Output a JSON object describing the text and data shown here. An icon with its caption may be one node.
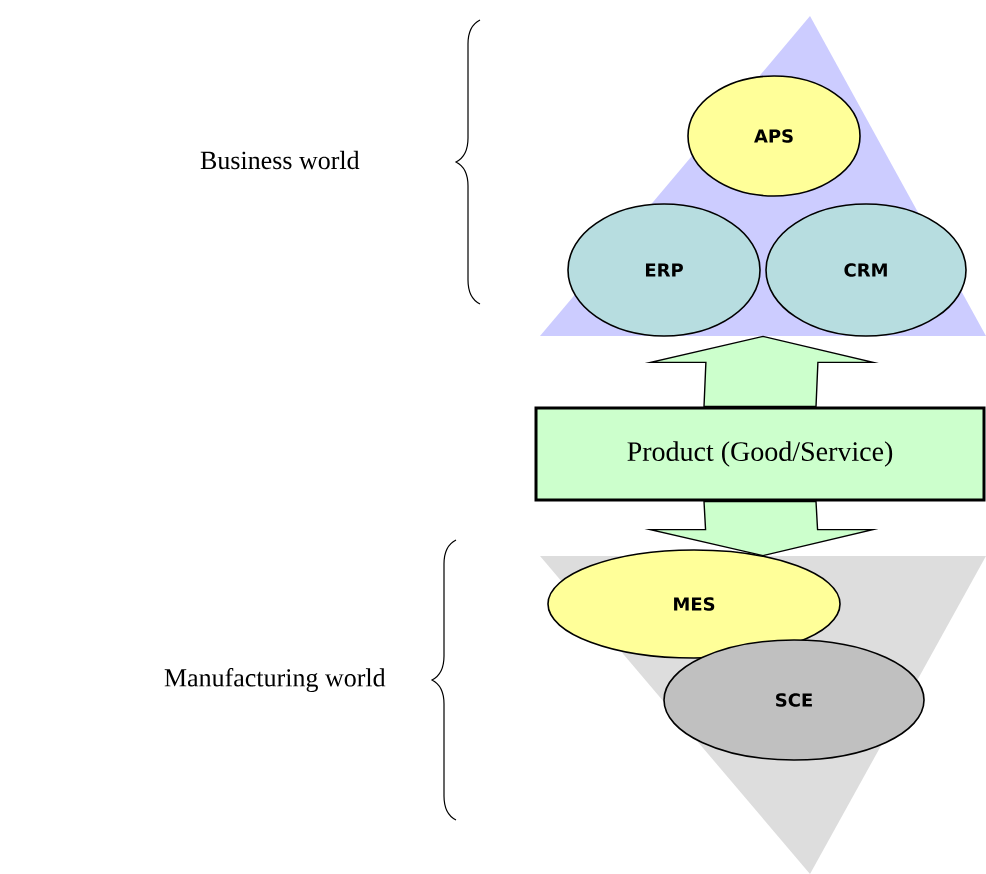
{
  "diagram": {
    "nodes": [
      {
        "text": [],
        "shape": "triangle"
      },
      {
        "text": [
          "APS"
        ],
        "in": 0
      },
      {
        "text": [
          "ERP"
        ],
        "in": 0
      },
      {
        "text": [
          "CRM"
        ],
        "in": 0
      },
      {
        "text": [
          "Product (Good/Service)"
        ]
      },
      {
        "text": [],
        "shape": "triangle"
      },
      {
        "text": [
          "MES"
        ],
        "in": 5
      },
      {
        "text": [
          "SCE"
        ],
        "in": 5
      }
    ],
    "edges": [
      {
        "from": 4,
        "to": 0,
        "arrow": "to"
      },
      {
        "from": 4,
        "to": 5,
        "arrow": "to"
      }
    ],
    "labels": [
      "Business world",
      "Manufacturing world"
    ]
  }
}
